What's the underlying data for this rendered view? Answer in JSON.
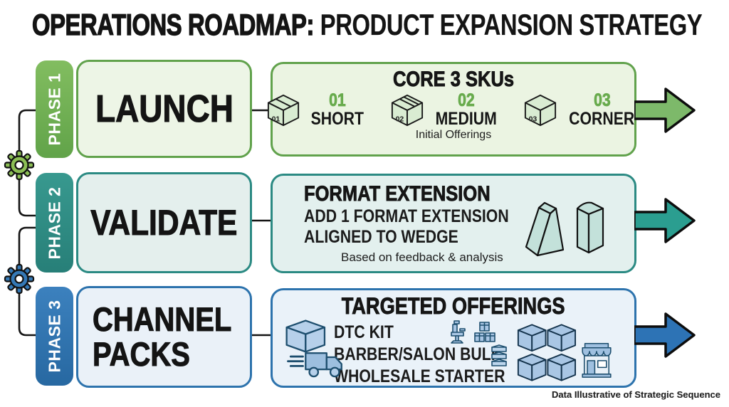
{
  "title": {
    "part1": "OPERATIONS ROADMAP:",
    "part2": "PRODUCT EXPANSION STRATEGY"
  },
  "phases": [
    {
      "tab": "PHASE 1",
      "name": "LAUNCH",
      "panel": {
        "title": "CORE 3 SKUs",
        "skus": [
          {
            "num": "01",
            "label": "SHORT"
          },
          {
            "num": "02",
            "label": "MEDIUM"
          },
          {
            "num": "03",
            "label": "CORNER"
          }
        ],
        "note": "Initial Offerings"
      },
      "accent": "#61a24c"
    },
    {
      "tab": "PHASE 2",
      "name": "VALIDATE",
      "panel": {
        "title": "FORMAT EXTENSION",
        "lines": [
          "ADD 1 FORMAT EXTENSION",
          "ALIGNED TO WEDGE"
        ],
        "note": "Based on feedback & analysis"
      },
      "accent": "#2b8a83"
    },
    {
      "tab": "PHASE 3",
      "name": "CHANNEL PACKS",
      "panel": {
        "title": "TARGETED OFFERINGS",
        "lines": [
          "DTC KIT",
          "BARBER/SALON BULK",
          "WHOLESALE STARTER"
        ]
      },
      "accent": "#2d73ad"
    }
  ],
  "icons": {
    "gear_top": "gear-icon",
    "gear_bottom": "gear-icon",
    "phase1": [
      "box-01-icon",
      "box-02-icon",
      "cube-03-icon"
    ],
    "phase2": [
      "wedge-icon",
      "prism-icon"
    ],
    "phase3": [
      "shipping-box-truck-icon",
      "barber-chair-icon",
      "boxes-pyramid-icon",
      "bulk-stack-icon",
      "pallet-boxes-icon",
      "storefront-icon"
    ],
    "arrows": [
      "arrow-right-green",
      "arrow-right-teal",
      "arrow-right-blue"
    ]
  },
  "arrow_colors": {
    "phase1": "#7db96a",
    "phase2": "#2b9e90",
    "phase3": "#2d73b5"
  },
  "footer": "Data Illustrative of Strategic Sequence"
}
